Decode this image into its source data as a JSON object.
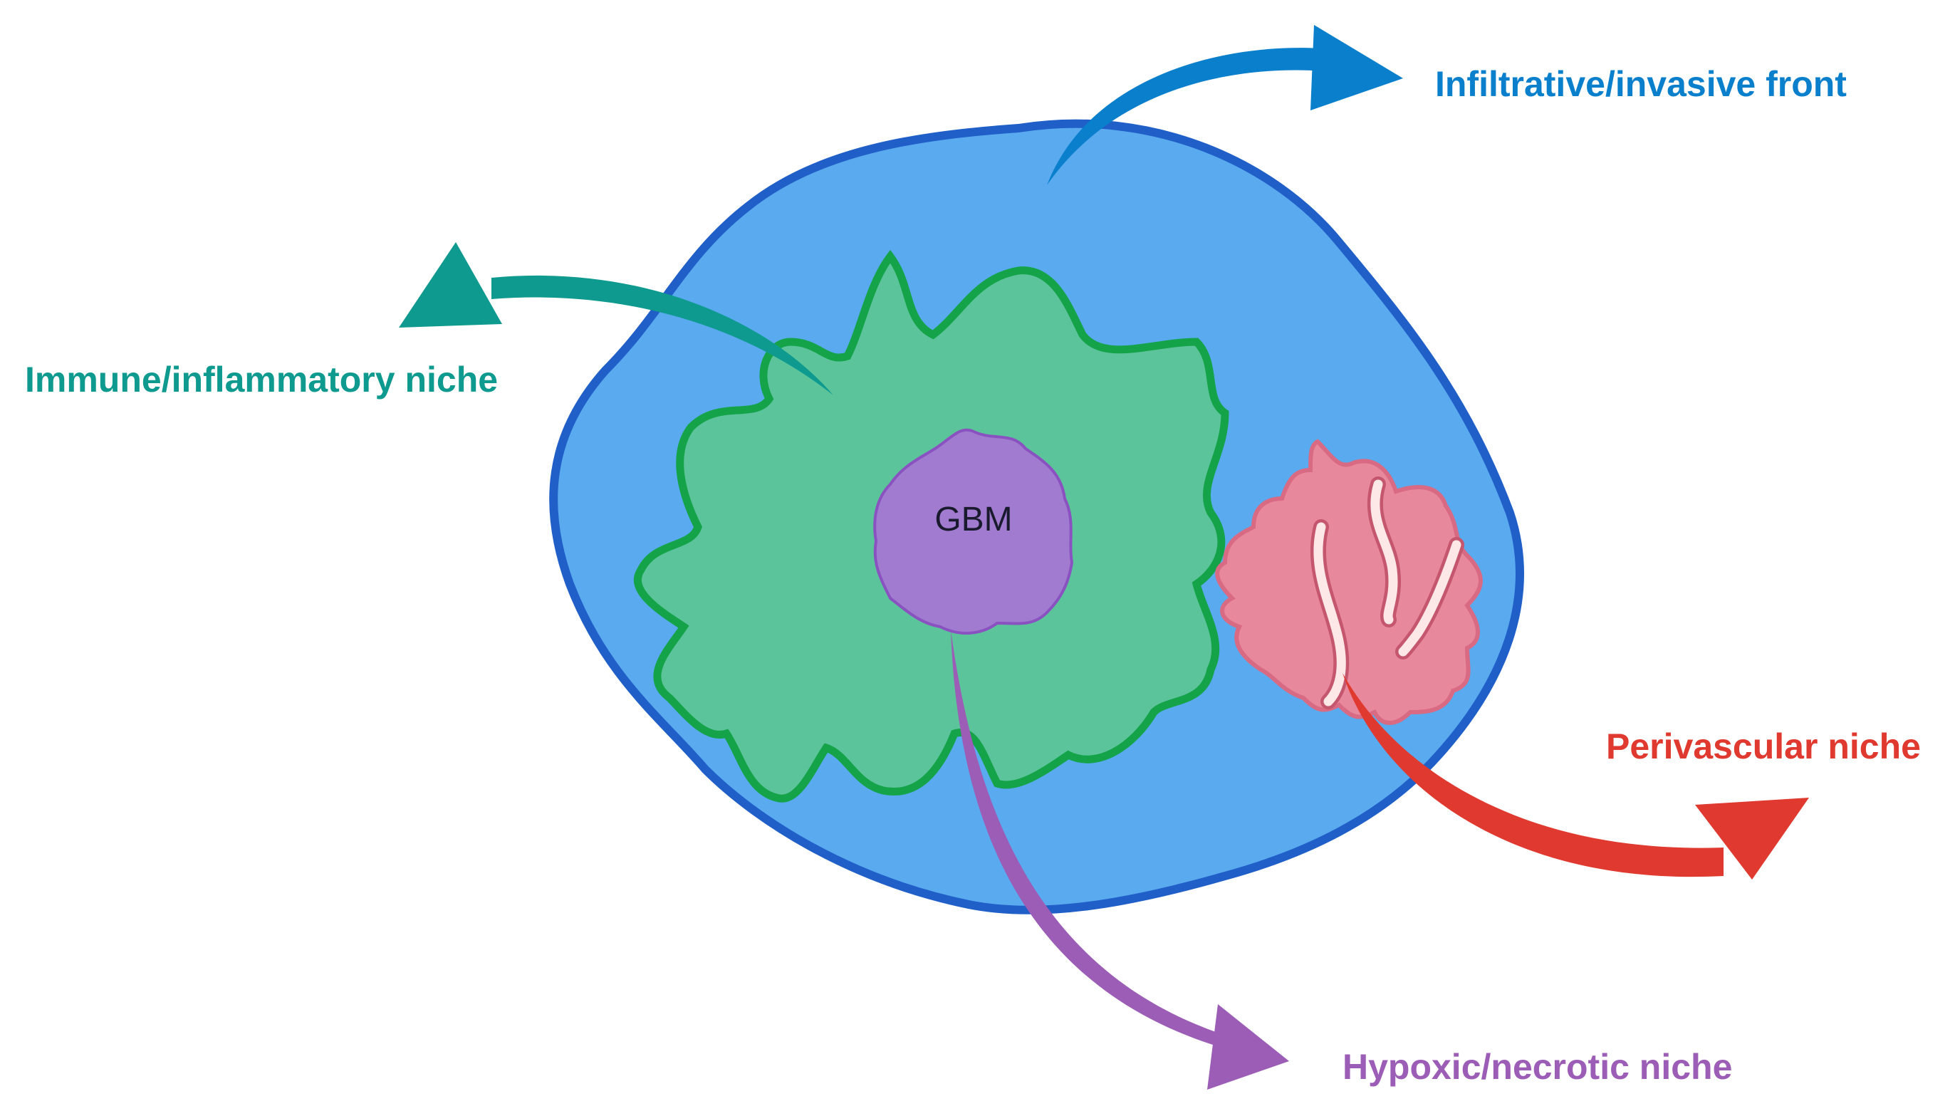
{
  "diagram": {
    "core_label": "GBM",
    "labels": {
      "infiltrative": "Infiltrative/invasive front",
      "immune": "Immune/inflammatory niche",
      "perivascular": "Perivascular niche",
      "hypoxic": "Hypoxic/necrotic niche"
    },
    "colors": {
      "infiltrative": "#0a7fcc",
      "immune": "#0e9a8f",
      "perivascular": "#e0392f",
      "hypoxic": "#9b5db5",
      "outer_fill": "#5aaaf0",
      "outer_stroke": "#1f5fc7",
      "green_fill": "#5cc49b",
      "green_stroke": "#15a34a",
      "core_fill": "#a07bcf",
      "core_stroke": "#8a52c0",
      "pink_fill": "#e8889c",
      "pink_stroke": "#d96a83"
    }
  }
}
